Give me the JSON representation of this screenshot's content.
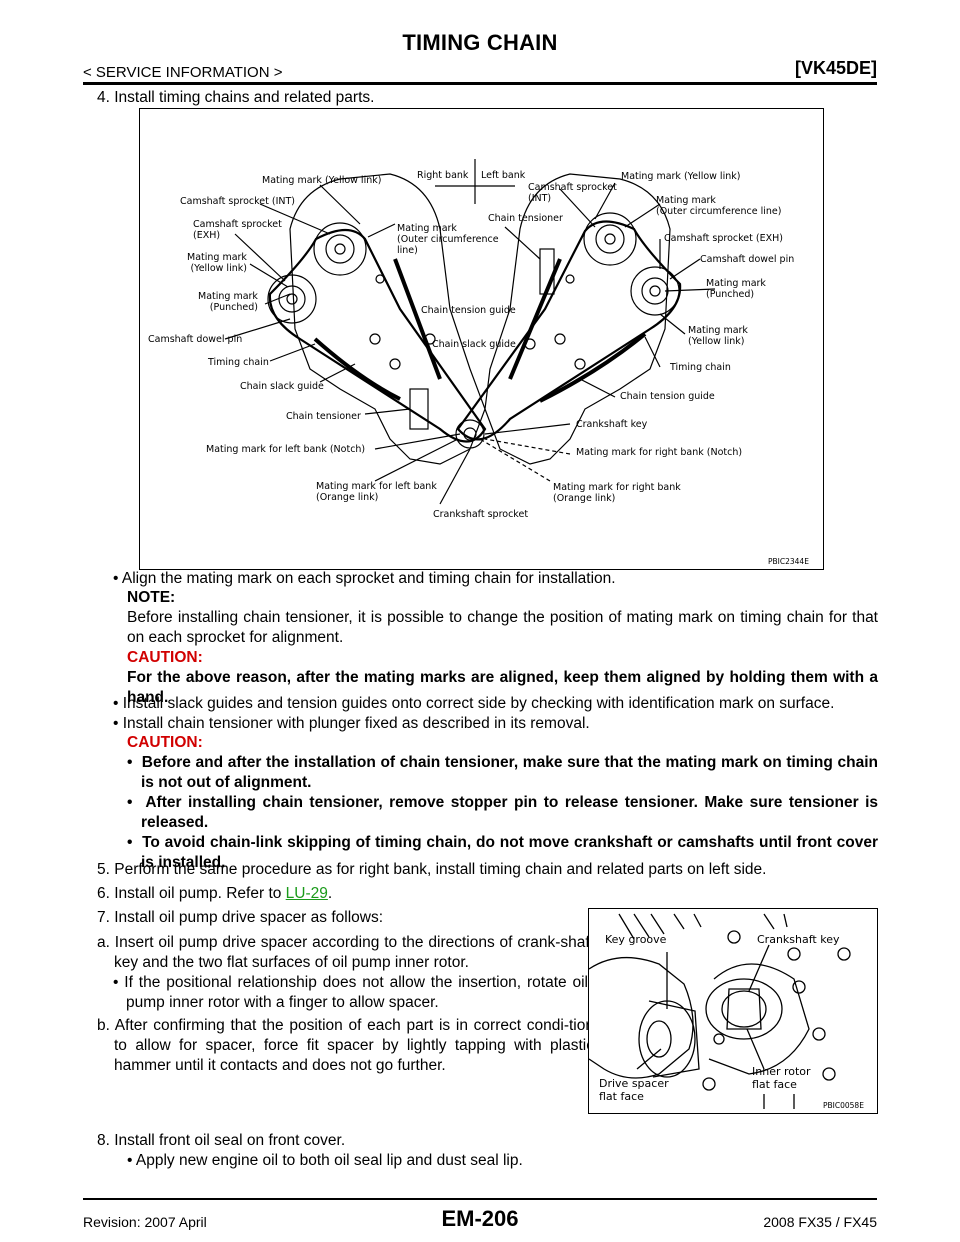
{
  "header": {
    "title": "TIMING CHAIN",
    "section": "< SERVICE INFORMATION >",
    "model": "[VK45DE]"
  },
  "step4": {
    "text": "4.  Install timing chains and related parts."
  },
  "figure1": {
    "code": "PBIC2344E",
    "labels": {
      "mating_yellow_left": "Mating mark (Yellow link)",
      "cam_int_left": "Camshaft sprocket (INT)",
      "cam_exh_left": "Camshaft sprocket\n(EXH)",
      "mating_yellow2_left": "Mating mark\n(Yellow link)",
      "mating_punched_left": "Mating mark\n(Punched)",
      "cam_dowel_left": "Camshaft dowel pin",
      "timing_chain_left": "Timing chain",
      "chain_slack_left": "Chain slack guide",
      "chain_tensioner_left": "Chain tensioner",
      "mating_notch_left": "Mating mark for left bank (Notch)",
      "mating_orange_left": "Mating mark for left bank\n(Orange link)",
      "crank_sprocket": "Crankshaft sprocket",
      "mating_outer_center": "Mating mark\n(Outer circumference\nline)",
      "right_bank": "Right bank",
      "left_bank": "Left bank",
      "cam_int_right": "Camshaft sprocket\n(INT)",
      "chain_tensioner_center": "Chain tensioner",
      "chain_tension_guide_center": "Chain tension guide",
      "chain_slack_center": "Chain slack guide",
      "mating_yellow_right": "Mating mark (Yellow link)",
      "mating_outer_right": "Mating mark\n(Outer circumference line)",
      "cam_exh_right": "Camshaft sprocket (EXH)",
      "cam_dowel_right": "Camshaft dowel pin",
      "mating_punched_right": "Mating mark\n(Punched)",
      "mating_yellow2_right": "Mating mark\n(Yellow link)",
      "timing_chain_right": "Timing chain",
      "chain_tension_guide_right": "Chain tension guide",
      "crank_key": "Crankshaft key",
      "mating_notch_right": "Mating mark for right bank (Notch)",
      "mating_orange_right": "Mating mark for right bank\n(Orange link)"
    }
  },
  "bullets": {
    "align": "•  Align the mating mark on each sprocket and timing chain for installation.",
    "note_head": "NOTE:",
    "note_text": "Before installing chain tensioner, it is possible to change the position of mating mark on timing chain for that on each sprocket for alignment.",
    "caution1_head": "CAUTION:",
    "caution1_text": "For the above reason, after the mating marks are aligned, keep them aligned by holding them with a hand.",
    "slack": "•  Install slack guides and tension guides onto correct side by checking with identification mark on surface.",
    "tensioner": "•  Install chain tensioner with plunger fixed as described in its removal.",
    "caution2_head": "CAUTION:",
    "caution2_items": [
      "Before and after the installation of chain tensioner, make sure that the mating mark on timing chain is not out of alignment.",
      "After installing chain tensioner, remove stopper pin to release tensioner. Make sure tensioner is released.",
      "To avoid chain-link skipping of timing chain, do not move crankshaft or camshafts until front cover is installed."
    ]
  },
  "step5": "5.  Perform the same procedure as for right bank, install timing chain and related parts on left side.",
  "step6": {
    "text": "6.  Install oil pump. Refer to ",
    "link": "LU-29",
    "end": "."
  },
  "step7": "7.  Install oil pump drive spacer as follows:",
  "step7a": "a.  Insert oil pump drive spacer according to the directions of crank-shaft key and the two flat surfaces of oil pump inner rotor.",
  "step7a_bullet": "•  If the positional relationship does not allow the insertion, rotate oil pump inner rotor with a finger to allow spacer.",
  "step7b": "b.  After confirming that the position of each part is in correct condi-tion to allow for spacer, force fit spacer by lightly tapping with plastic hammer until it contacts and does not go further.",
  "figure2": {
    "code": "PBIC0058E",
    "labels": {
      "key_groove": "Key groove",
      "crank_key": "Crankshaft key",
      "inner_rotor": "Inner rotor\nflat face",
      "drive_spacer": "Drive spacer\nflat face"
    }
  },
  "step8": "8.  Install front oil seal on front cover.",
  "step8_bullet": "•  Apply new engine oil to both oil seal lip and dust seal lip.",
  "footer": {
    "page": "EM-206",
    "revision": "Revision: 2007 April",
    "model_year": "2008 FX35 / FX45"
  }
}
